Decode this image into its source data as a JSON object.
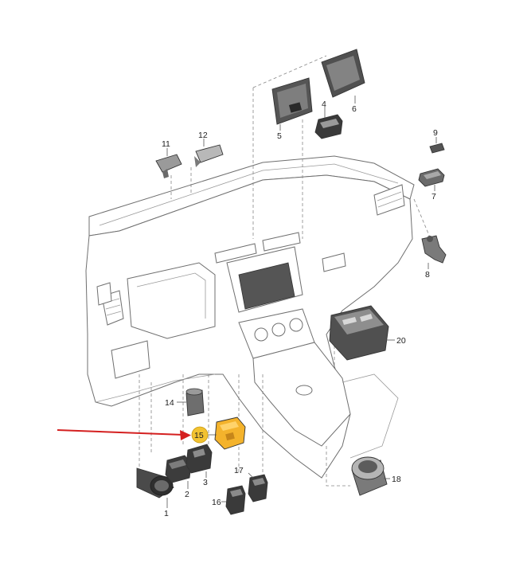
{
  "parts": [
    {
      "number": "1"
    },
    {
      "number": "2"
    },
    {
      "number": "3"
    },
    {
      "number": "4"
    },
    {
      "number": "5"
    },
    {
      "number": "6"
    },
    {
      "number": "7"
    },
    {
      "number": "8"
    },
    {
      "number": "9"
    },
    {
      "number": "11"
    },
    {
      "number": "12"
    },
    {
      "number": "14"
    },
    {
      "number": "15",
      "highlighted": true
    },
    {
      "number": "16"
    },
    {
      "number": "17"
    },
    {
      "number": "18"
    },
    {
      "number": "20"
    }
  ],
  "colors": {
    "highlight_badge": "#f2c230",
    "highlight_part": "#f4b32c",
    "arrow": "#d42020",
    "part_dark": "#3b3b3b",
    "part_mid": "#8a8a8a",
    "outline": "#6f6f6f"
  },
  "annotation": {
    "type": "arrow",
    "points_to": "15"
  }
}
